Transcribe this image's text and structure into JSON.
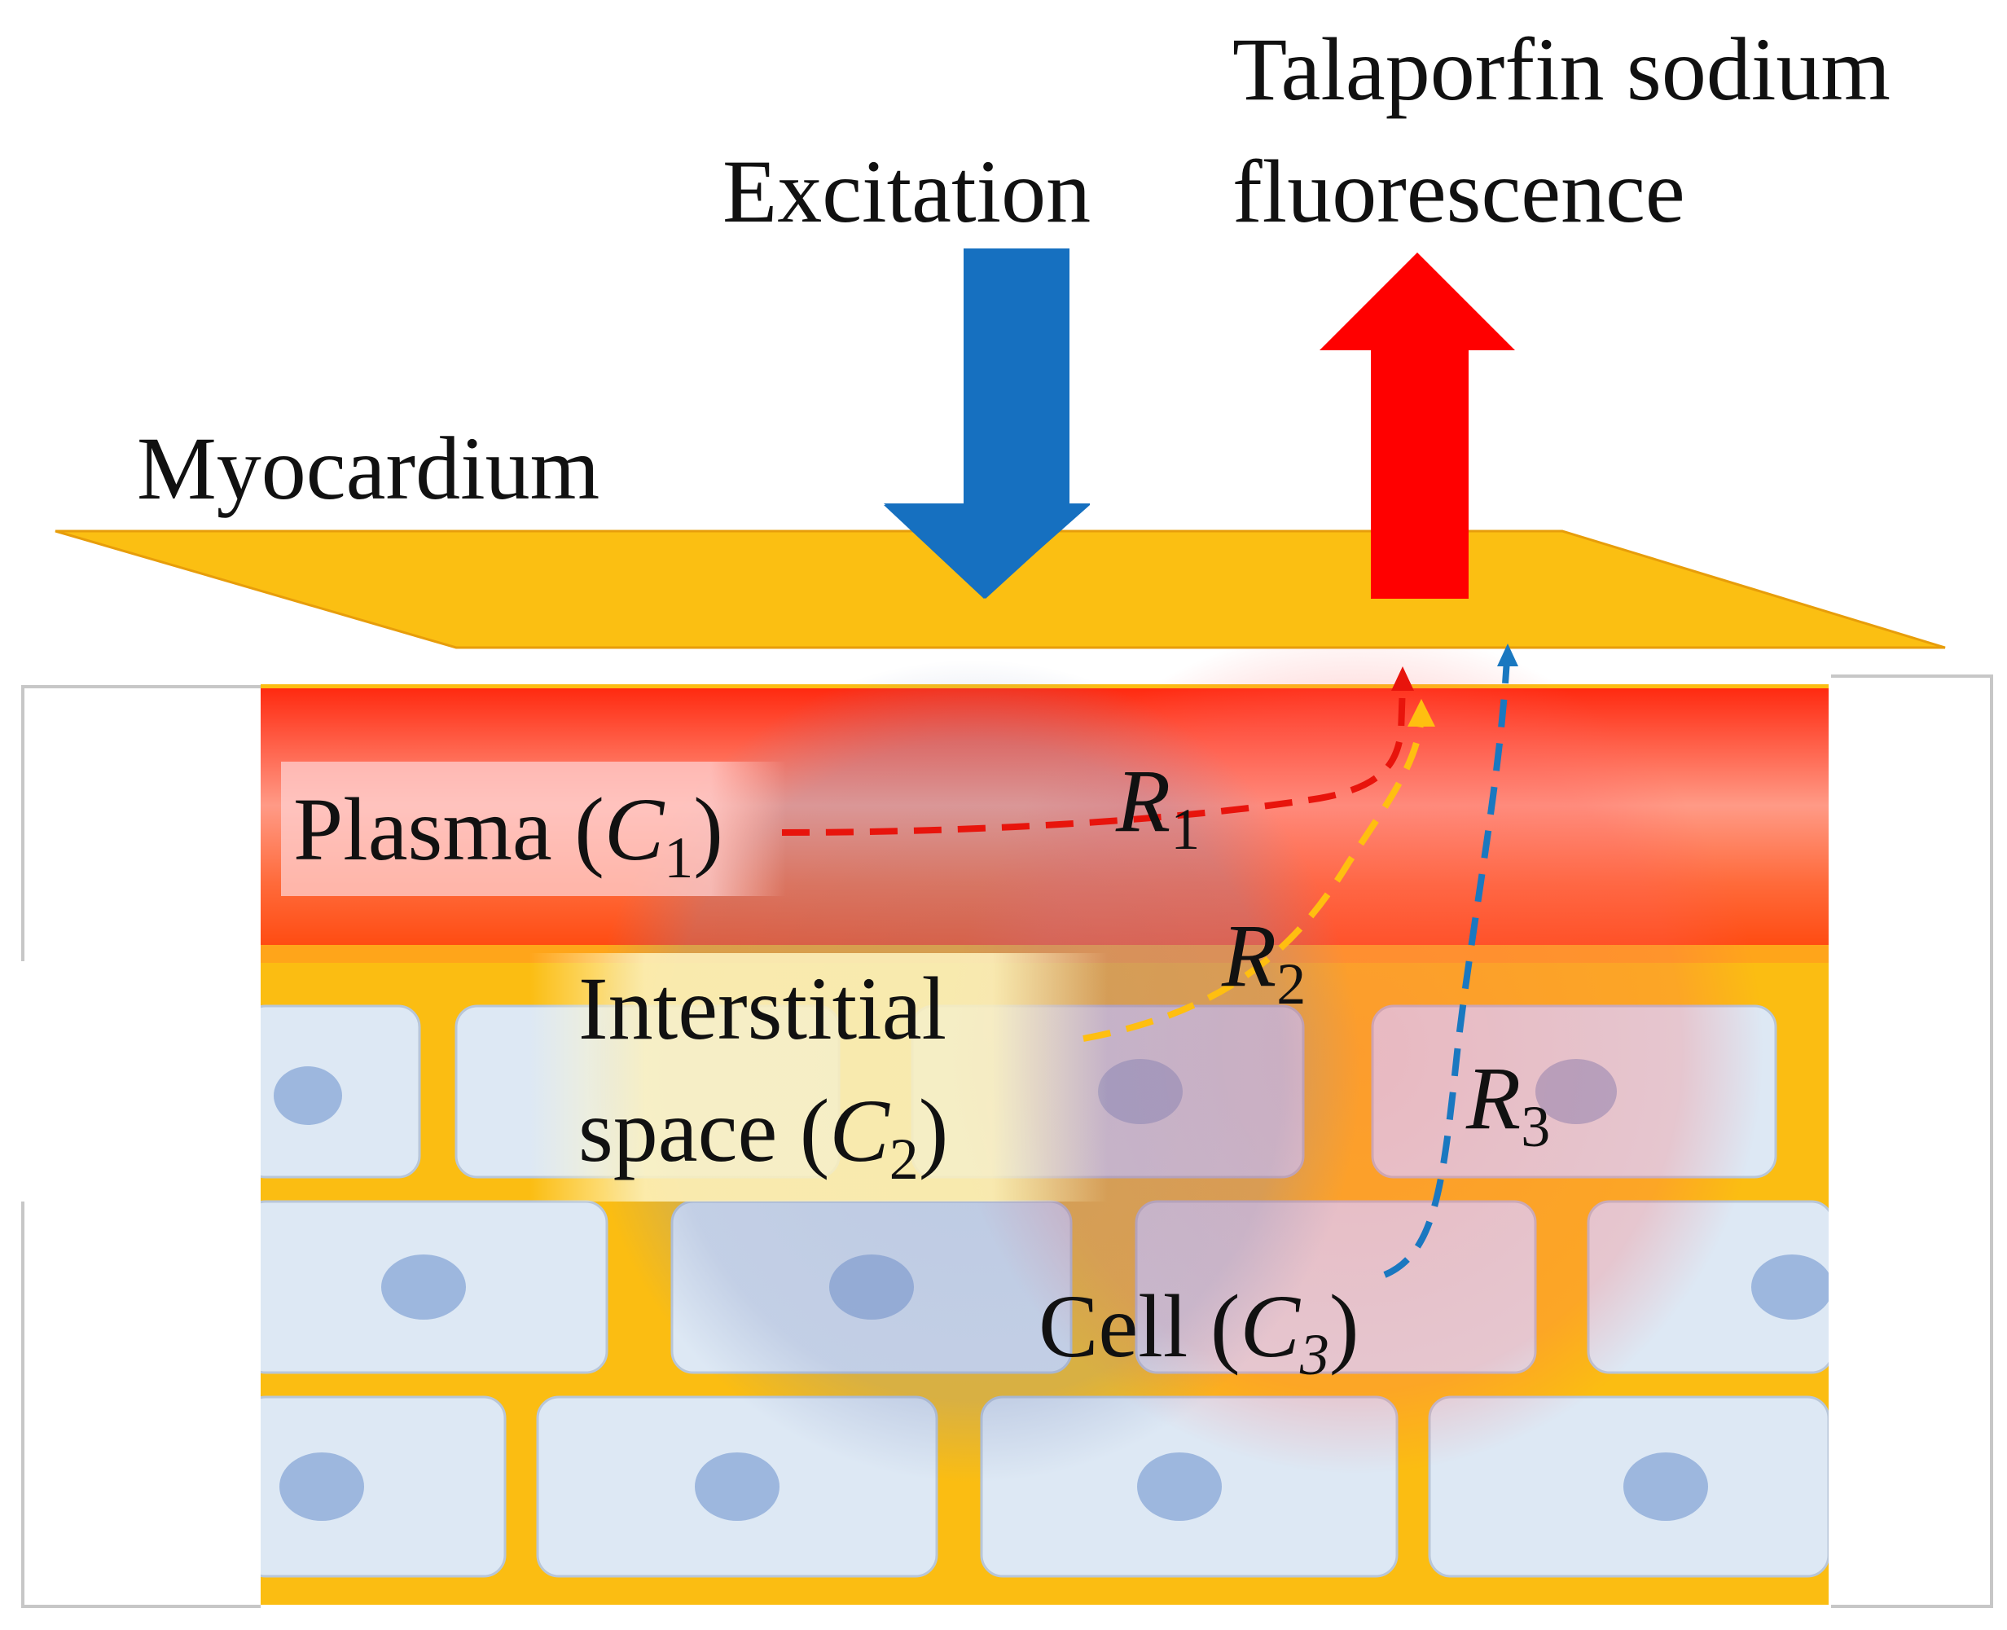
{
  "labels": {
    "excitation": "Excitation",
    "fluorescence_line1": "Talaporfin sodium",
    "fluorescence_line2": "fluorescence",
    "myocardium": "Myocardium",
    "plasma": {
      "prefix": "Plasma (",
      "var": "C",
      "sub": "1",
      "suffix": ")"
    },
    "interstitial_line1": "Interstitial",
    "interstitial_line2": {
      "prefix": "space (",
      "var": "C",
      "sub": "2",
      "suffix": ")"
    },
    "cell": {
      "prefix": "Cell (",
      "var": "C",
      "sub": "3",
      "suffix": ")"
    },
    "r1": {
      "var": "R",
      "sub": "1"
    },
    "r2": {
      "var": "R",
      "sub": "2"
    },
    "r3": {
      "var": "R",
      "sub": "3"
    }
  },
  "colors": {
    "excitation_arrow": "#1670c0",
    "fluorescence_arrow": "#ff0000",
    "myocardium_sheet": "#fbbf12",
    "plasma_top": "#ff3a1a",
    "plasma_mid": "#ff9a86",
    "tissue_bg": "#fbbd12",
    "cell_fill": "#dde8f4",
    "cell_nucleus": "#9db7de",
    "path_r1": "#e8140c",
    "path_r2": "#ffbf10",
    "path_r3": "#1a78c0"
  }
}
